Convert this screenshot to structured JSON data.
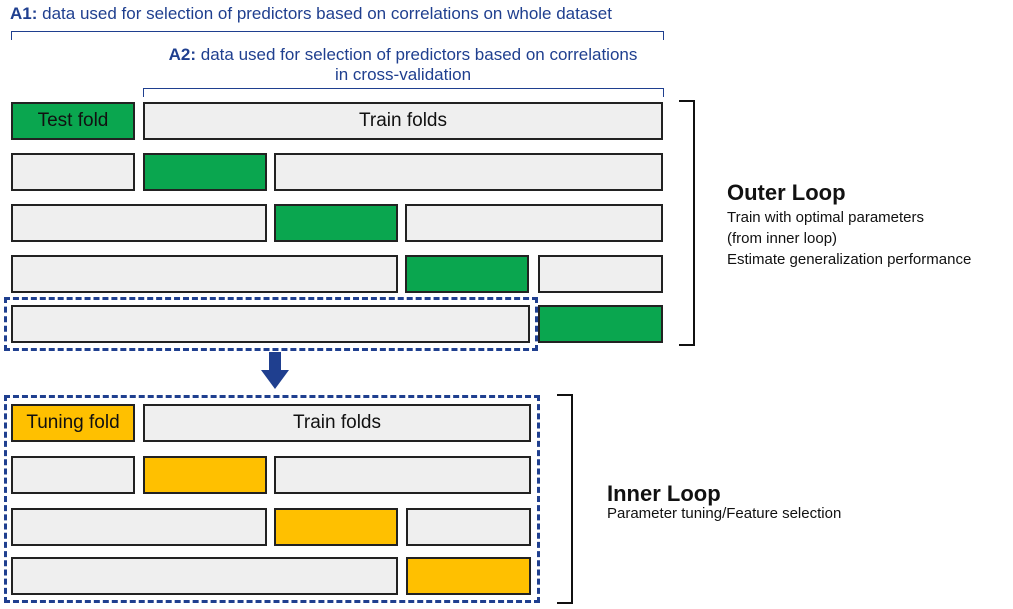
{
  "annotations": {
    "a1": {
      "label": "A1:",
      "text": "data used for selection of predictors based on correlations on whole dataset"
    },
    "a2": {
      "label": "A2:",
      "text_line1": "data used for selection of predictors based on correlations",
      "text_line2": "in cross-validation"
    }
  },
  "outer_folds": {
    "test_fold_label": "Test fold",
    "train_folds_label": "Train folds"
  },
  "inner_folds": {
    "tuning_fold_label": "Tuning fold",
    "train_folds_label": "Train folds"
  },
  "outer_loop": {
    "title": "Outer Loop",
    "lines": [
      "Train with optimal parameters",
      "(from inner loop)",
      "Estimate generalization performance"
    ]
  },
  "inner_loop": {
    "title": "Inner Loop",
    "lines": [
      "Parameter tuning/Feature selection"
    ]
  },
  "colors": {
    "test": "#0aa64f",
    "tuning": "#ffc000",
    "train": "#efefef",
    "accent": "#1f3f8f"
  }
}
